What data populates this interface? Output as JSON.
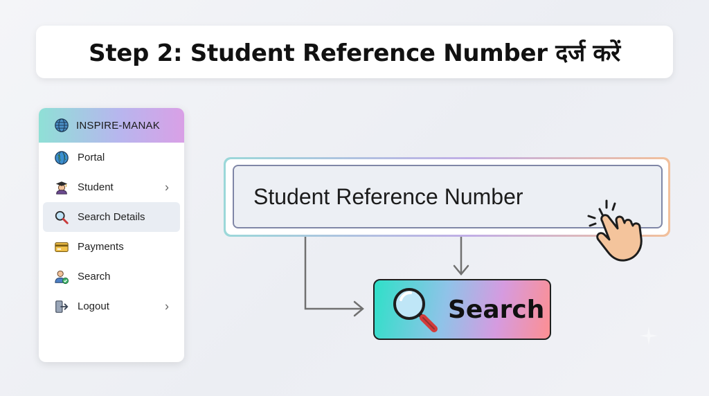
{
  "title": "Step 2: Student Reference Number दर्ज करें",
  "sidebar": {
    "header": {
      "label": "INSPIRE-MANAK",
      "icon": "globe-icon"
    },
    "items": [
      {
        "label": "Portal",
        "icon": "globe-icon",
        "has_submenu": false
      },
      {
        "label": "Student",
        "icon": "graduate-icon",
        "has_submenu": true
      },
      {
        "label": "Search Details",
        "icon": "magnifier-icon",
        "has_submenu": false,
        "active": true
      },
      {
        "label": "Payments",
        "icon": "card-icon",
        "has_submenu": false
      },
      {
        "label": "Search",
        "icon": "user-check-icon",
        "has_submenu": false
      },
      {
        "label": "Logout",
        "icon": "logout-icon",
        "has_submenu": true
      }
    ],
    "chevron": "›"
  },
  "input": {
    "placeholder": "Student Reference Number",
    "value": ""
  },
  "search_button": {
    "label": "Search",
    "icon": "magnifier-icon"
  },
  "colors": {
    "header_gradient": [
      "#8fe0d6",
      "#d9a0e6"
    ],
    "button_gradient": [
      "#2fe0c8",
      "#fd8f92"
    ],
    "active_item_bg": "#e9edf3"
  }
}
